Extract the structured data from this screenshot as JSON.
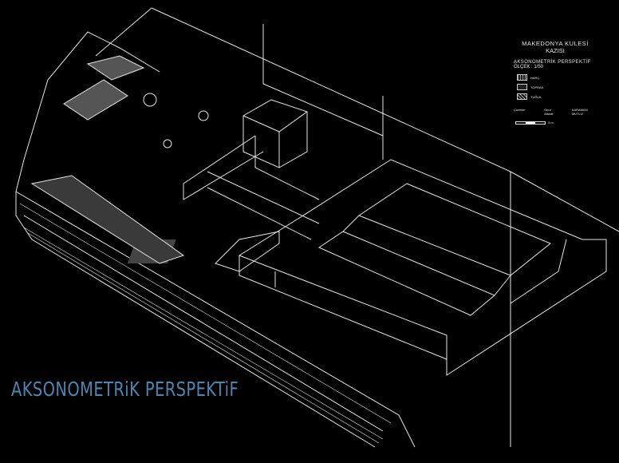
{
  "title": "AKSONOMETRiK PERSPEKTiF",
  "legend": {
    "heading_line1": "MAKEDONYA KULESİ",
    "heading_line2": "KAZISI",
    "subtitle": "AKSONOMETRİK PERSPEKTİF",
    "scale_text": "ÖLÇEK : 1/50",
    "items": [
      {
        "label": "HARÇ"
      },
      {
        "label": "TOPRAK"
      },
      {
        "label": "TUĞLA"
      }
    ],
    "credits_label": "Çizenler",
    "credits": [
      "Onur",
      "KARAMAN",
      "Alanat",
      "MUTLU"
    ],
    "scale_bar_label": "3 m."
  },
  "colors": {
    "title": "#4a86b0",
    "background": "#000000",
    "line": "#e6e6e6"
  }
}
